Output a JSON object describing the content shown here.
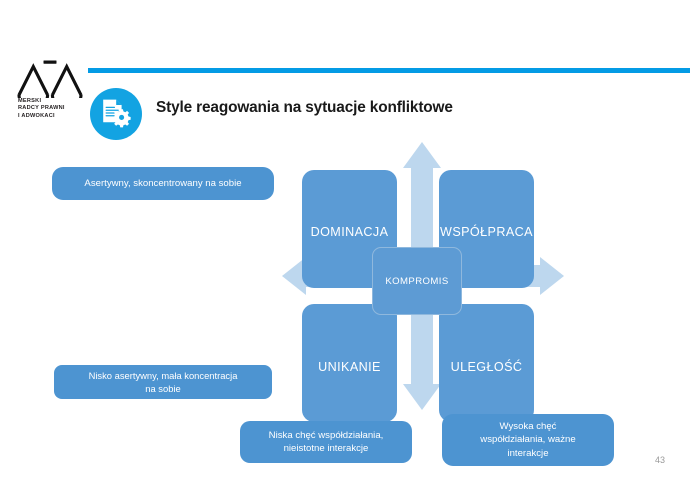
{
  "slide": {
    "title": "Style reagowania na sytuacje konfliktowe",
    "page_number": "43",
    "background_color": "#FFFFFF"
  },
  "brand": {
    "logo_icon": "scales-of-justice-icon",
    "logo_lines": [
      "MERSKI",
      "RADCY PRAWNI",
      "I ADWOKACI"
    ],
    "logo_color": "#231F20",
    "rule_color": "#049BE5",
    "badge_icon": "document-gear-icon",
    "badge_color": "#13A3E2"
  },
  "diagram": {
    "name": "conflict-response-styles-matrix",
    "arrow_icon": "four-way-arrow-icon",
    "arrow_color": "#BDD7EE",
    "quadrant_color": "#5B9BD5",
    "center": {
      "label": "KOMPROMIS",
      "color": "#5D9BD4"
    },
    "quadrants": [
      {
        "key": "dominacja",
        "label": "DOMINACJA",
        "position": "top-left"
      },
      {
        "key": "wspolpraca",
        "label": "WSPÓŁPRACA",
        "position": "top-right"
      },
      {
        "key": "unikanie",
        "label": "UNIKANIE",
        "position": "bottom-left"
      },
      {
        "key": "uleglosc",
        "label": "ULEGŁOŚĆ",
        "position": "bottom-right"
      }
    ]
  },
  "callouts": {
    "color": "#4D94D1",
    "items": [
      {
        "key": "assertive",
        "axis": "vertical-high",
        "lines": [
          "Asertywny, skoncentrowany na sobie"
        ],
        "text": "Asertywny, skoncentrowany na sobie"
      },
      {
        "key": "low_assertive",
        "axis": "vertical-low",
        "lines": [
          "Nisko asertywny, mała koncentracja",
          "na sobie"
        ],
        "text": "Nisko asertywny, mała koncentracja na sobie"
      },
      {
        "key": "low_cooperation",
        "axis": "horizontal-low",
        "lines": [
          "Niska chęć współdziałania,",
          "nieistotne interakcje"
        ],
        "text": "Niska chęć współdziałania, nieistotne interakcje"
      },
      {
        "key": "high_cooperation",
        "axis": "horizontal-high",
        "lines": [
          "Wysoka chęć",
          "współdziałania, ważne",
          "interakcje"
        ],
        "text": "Wysoka chęć współdziałania, ważne interakcje"
      }
    ]
  }
}
